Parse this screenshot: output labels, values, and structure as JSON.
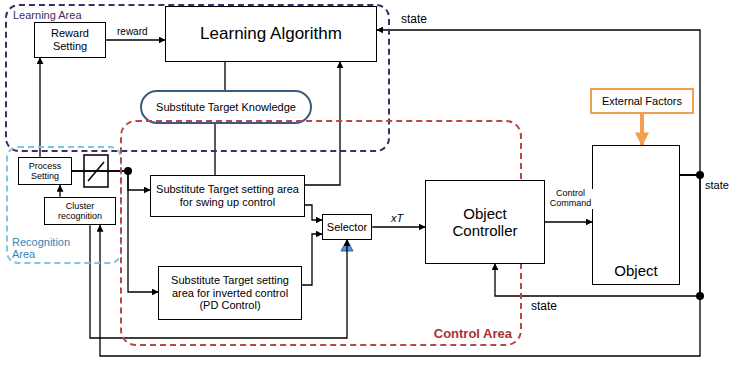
{
  "diagram": {
    "nodes": [
      {
        "text": [
          "Learning Area"
        ]
      },
      {
        "text": [
          "Reward Setting"
        ],
        "in": 0
      },
      {
        "text": [
          "Learning Algorithm"
        ],
        "in": 0
      },
      {
        "text": [
          "Substitute Target Knowledge"
        ]
      },
      {
        "text": [
          "Recognition Area"
        ]
      },
      {
        "text": [
          "Process Setting"
        ],
        "in": 4
      },
      {
        "text": [
          "Cluster recognition"
        ],
        "in": 4
      },
      {
        "text": [
          "Control Area"
        ]
      },
      {
        "text": [
          "Substitute Target setting area for swing up control"
        ],
        "in": 7
      },
      {
        "text": [
          "Substitute Target setting area for inverted control (PD Control)"
        ],
        "in": 7
      },
      {
        "text": [
          "Selector"
        ],
        "in": 7
      },
      {
        "text": [
          "Object Controller"
        ],
        "in": 7
      },
      {
        "text": [
          "External Factors"
        ]
      },
      {
        "text": [
          "Object"
        ]
      }
    ],
    "edges": [
      {
        "from": 1,
        "to": 2,
        "arrow": "to",
        "label": "reward"
      },
      {
        "from": 2,
        "to": 3,
        "arrow": "none"
      },
      {
        "from": 3,
        "to": 8,
        "arrow": "none"
      },
      {
        "from": 8,
        "to": 2,
        "arrow": "to"
      },
      {
        "from": 6,
        "to": 5,
        "arrow": "to"
      },
      {
        "from": 5,
        "to": 8,
        "arrow": "to"
      },
      {
        "from": 5,
        "to": 9,
        "arrow": "to"
      },
      {
        "from": 5,
        "to": 1,
        "arrow": "to"
      },
      {
        "from": 8,
        "to": 10,
        "arrow": "to"
      },
      {
        "from": 9,
        "to": 10,
        "arrow": "to"
      },
      {
        "from": 6,
        "to": 10,
        "arrow": "to"
      },
      {
        "from": 10,
        "to": 11,
        "arrow": "to",
        "label": "xT"
      },
      {
        "from": 11,
        "to": 13,
        "arrow": "to",
        "label": "Control Command"
      },
      {
        "from": 12,
        "to": 13,
        "arrow": "to"
      },
      {
        "from": 13,
        "to": 2,
        "arrow": "to",
        "label": "state"
      },
      {
        "from": 13,
        "to": 11,
        "arrow": "to",
        "label": "state"
      },
      {
        "from": 13,
        "to": 6,
        "arrow": "to"
      }
    ],
    "labels": [
      "state"
    ]
  }
}
